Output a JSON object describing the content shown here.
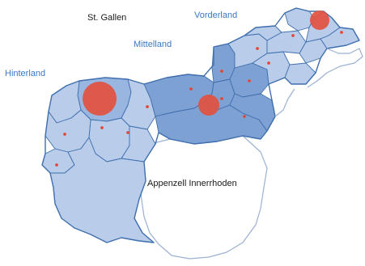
{
  "labels": {
    "st_gallen": "St. Gallen",
    "vorderland": "Vorderland",
    "mittelland": "Mittelland",
    "hinterland": "Hinterland",
    "appenzell_innerrhoden": "Appenzell Innerrhoden"
  },
  "colors": {
    "region_light": "#b9cdea",
    "region_mid": "#99b6e0",
    "region_dark": "#7ea1d4",
    "border": "#3f6fae",
    "marker_small": "#e04a3a",
    "marker_large": "#e2513f"
  }
}
